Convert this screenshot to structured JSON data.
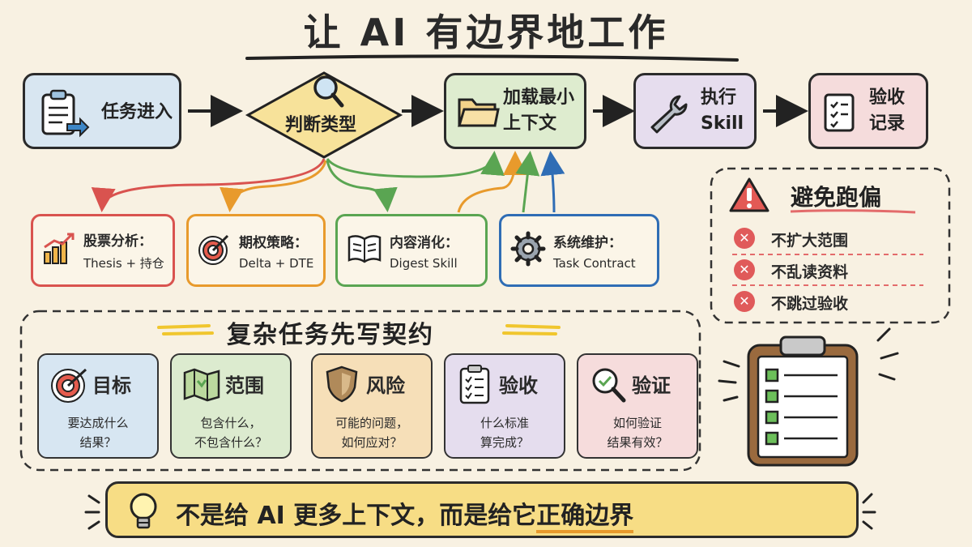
{
  "title": "让 AI 有边界地工作",
  "flow": {
    "task_in": "任务进入",
    "judge": "判断类型",
    "load_line1": "加载最小",
    "load_line2": "上下文",
    "exec_line1": "执行",
    "exec_line2": "Skill",
    "accept_line1": "验收",
    "accept_line2": "记录"
  },
  "task_types": [
    {
      "name": "股票分析：",
      "detail": "Thesis + 持仓",
      "color": "#d9534f"
    },
    {
      "name": "期权策略：",
      "detail": "Delta + DTE",
      "color": "#e89a2c"
    },
    {
      "name": "内容消化：",
      "detail": "Digest Skill",
      "color": "#5aa552"
    },
    {
      "name": "系统维护：",
      "detail": "Task Contract",
      "color": "#2f6db5"
    }
  ],
  "avoid": {
    "title": "避免跑偏",
    "items": [
      "不扩大范围",
      "不乱读资料",
      "不跳过验收"
    ]
  },
  "contract": {
    "title": "复杂任务先写契约",
    "cards": [
      {
        "name": "目标",
        "desc": "要达成什么\n结果？",
        "bg": "#d7e6f2"
      },
      {
        "name": "范围",
        "desc": "包含什么，\n不包含什么？",
        "bg": "#dcebcf"
      },
      {
        "name": "风险",
        "desc": "可能的问题，\n如何应对？",
        "bg": "#f6dfb8"
      },
      {
        "name": "验收",
        "desc": "什么标准\n算完成？",
        "bg": "#e5ddee"
      },
      {
        "name": "验证",
        "desc": "如何验证\n结果有效？",
        "bg": "#f6dcdc"
      }
    ]
  },
  "bottom": {
    "part1": "不是给 AI 更多上下文，而是给它",
    "part2": "正确边界"
  }
}
